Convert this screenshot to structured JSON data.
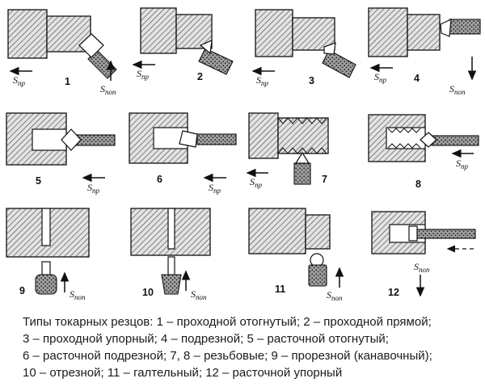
{
  "colors": {
    "ink": "#111111",
    "background": "#ffffff"
  },
  "caption": {
    "lines": [
      "Типы токарных резцов: 1 – проходной отогнутый; 2 – проходной прямой;",
      "3 – проходной упорный; 4 – подрезной; 5 – расточной отогнутый;",
      "6 – расточной подрезной; 7, 8 – резьбовые; 9 – прорезной (канавочный);",
      "10 – отрезной; 11 – галтельный; 12 – расточной упорный"
    ]
  },
  "figures": [
    {
      "number": "1",
      "feeds": [
        {
          "base": "S",
          "sub": "пр",
          "direction": "left"
        },
        {
          "base": "S",
          "sub": "поп",
          "direction": "up"
        }
      ]
    },
    {
      "number": "2",
      "feeds": [
        {
          "base": "S",
          "sub": "пр",
          "direction": "left"
        }
      ]
    },
    {
      "number": "3",
      "feeds": [
        {
          "base": "S",
          "sub": "пр",
          "direction": "left"
        }
      ]
    },
    {
      "number": "4",
      "feeds": [
        {
          "base": "S",
          "sub": "пр",
          "direction": "left"
        },
        {
          "base": "S",
          "sub": "поп",
          "direction": "down"
        }
      ]
    },
    {
      "number": "5",
      "feeds": [
        {
          "base": "S",
          "sub": "пр",
          "direction": "left"
        }
      ]
    },
    {
      "number": "6",
      "feeds": [
        {
          "base": "S",
          "sub": "пр",
          "direction": "left"
        }
      ]
    },
    {
      "number": "7",
      "feeds": [
        {
          "base": "S",
          "sub": "пр",
          "direction": "left"
        }
      ]
    },
    {
      "number": "8",
      "feeds": [
        {
          "base": "S",
          "sub": "пр",
          "direction": "left"
        }
      ]
    },
    {
      "number": "9",
      "feeds": [
        {
          "base": "S",
          "sub": "поп",
          "direction": "up"
        }
      ]
    },
    {
      "number": "10",
      "feeds": [
        {
          "base": "S",
          "sub": "поп",
          "direction": "up"
        }
      ]
    },
    {
      "number": "11",
      "feeds": [
        {
          "base": "S",
          "sub": "поп",
          "direction": "up"
        }
      ]
    },
    {
      "number": "12",
      "feeds": [
        {
          "base": "S",
          "sub": "поп",
          "direction": "down"
        }
      ]
    }
  ]
}
